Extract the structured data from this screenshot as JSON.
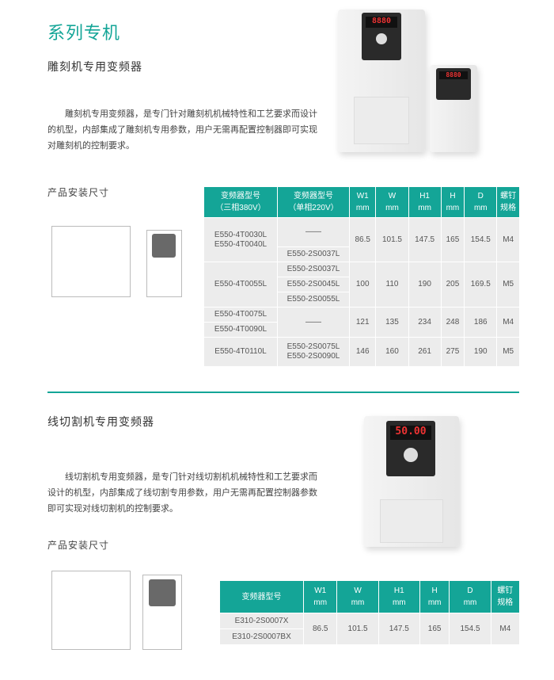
{
  "page_title": "系列专机",
  "section1": {
    "subtitle": "雕刻机专用变频器",
    "description": "雕刻机专用变频器，是专门针对雕刻机机械特性和工艺要求而设计的机型，内部集成了雕刻机专用参数，用户无需再配置控制器即可实现对雕刻机的控制要求。",
    "dims_label": "产品安装尺寸",
    "display_text": "8880",
    "table": {
      "headers": {
        "col1": "变频器型号",
        "col1_sub": "（三相380V）",
        "col2": "变频器型号",
        "col2_sub": "（单相220V）",
        "w1": "W1",
        "w": "W",
        "h1": "H1",
        "h": "H",
        "d": "D",
        "unit": "mm",
        "screw": "螺钉",
        "screw2": "规格"
      },
      "g1": {
        "m380a": "E550-4T0030L",
        "m380b": "E550-4T0040L",
        "m220a": "——",
        "m220b": "E550-2S0037L",
        "w1": "86.5",
        "w": "101.5",
        "h1": "147.5",
        "h": "165",
        "d": "154.5",
        "screw": "M4"
      },
      "g2": {
        "m380": "E550-4T0055L",
        "m220a": "E550-2S0037L",
        "m220b": "E550-2S0045L",
        "m220c": "E550-2S0055L",
        "w1": "100",
        "w": "110",
        "h1": "190",
        "h": "205",
        "d": "169.5",
        "screw": "M5"
      },
      "g3": {
        "m380a": "E550-4T0075L",
        "m380b": "E550-4T0090L",
        "m220": "——",
        "w1": "121",
        "w": "135",
        "h1": "234",
        "h": "248",
        "d": "186",
        "screw": "M4"
      },
      "g4": {
        "m380": "E550-4T0110L",
        "m220a": "E550-2S0075L",
        "m220b": "E550-2S0090L",
        "w1": "146",
        "w": "160",
        "h1": "261",
        "h": "275",
        "d": "190",
        "screw": "M5"
      }
    }
  },
  "section2": {
    "subtitle": "线切割机专用变频器",
    "description": "线切割机专用变频器，是专门针对线切割机机械特性和工艺要求而设计的机型，内部集成了线切割专用参数，用户无需再配置控制器参数即可实现对线切割机的控制要求。",
    "dims_label": "产品安装尺寸",
    "display_text": "50.00",
    "table": {
      "headers": {
        "model": "变频器型号",
        "w1": "W1",
        "w": "W",
        "h1": "H1",
        "h": "H",
        "d": "D",
        "unit": "mm",
        "screw": "螺钉",
        "screw2": "规格"
      },
      "row": {
        "m1": "E310-2S0007X",
        "m2": "E310-2S0007BX",
        "w1": "86.5",
        "w": "101.5",
        "h1": "147.5",
        "h": "165",
        "d": "154.5",
        "screw": "M4"
      }
    }
  },
  "colors": {
    "accent": "#14a597"
  }
}
